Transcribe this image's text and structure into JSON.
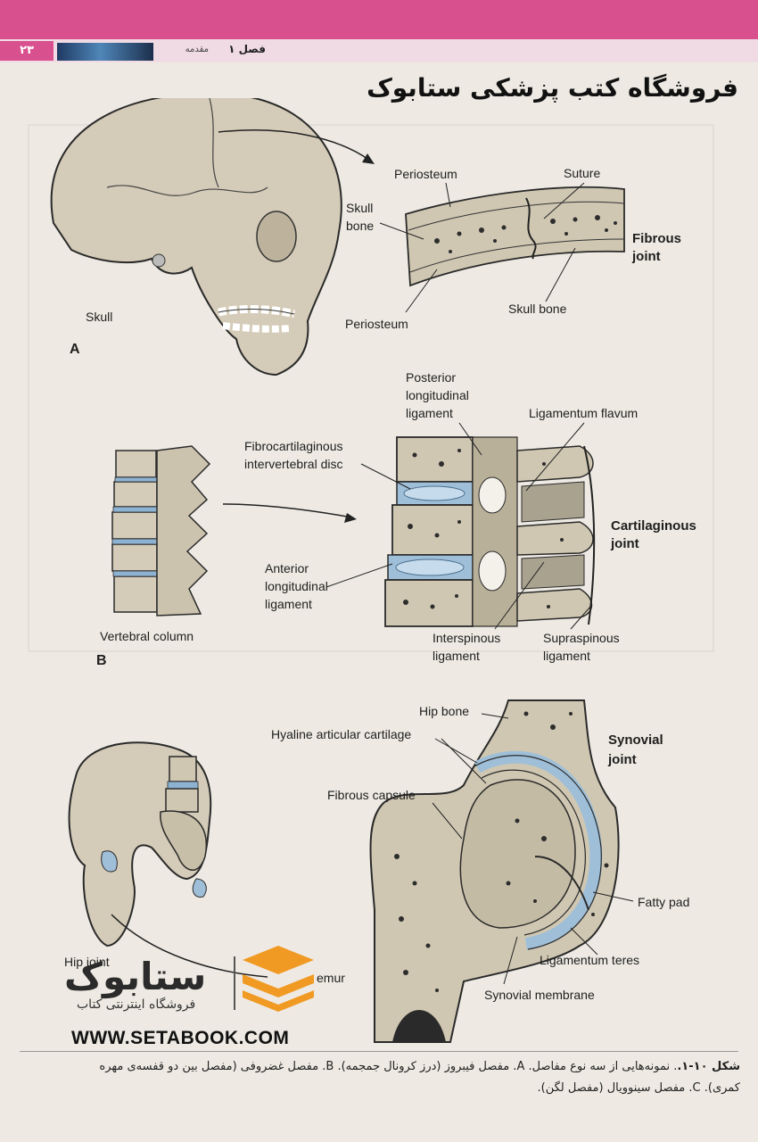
{
  "header": {
    "page_number": "۲۳",
    "chapter": "فصل ۱",
    "section": "مقدمه"
  },
  "store_title": "فروشگاه کتب پزشکی ستابوک",
  "figure": {
    "panel_a": {
      "letter": "A",
      "skull": "Skull",
      "periosteum_top": "Periosteum",
      "suture": "Suture",
      "skull_bone_1": "Skull",
      "skull_bone_2": "bone",
      "fibrous_1": "Fibrous",
      "fibrous_2": "joint",
      "periosteum_bottom": "Periosteum",
      "skull_bone_right": "Skull bone"
    },
    "panel_b": {
      "letter": "B",
      "posterior_1": "Posterior",
      "posterior_2": "longitudinal",
      "posterior_3": "ligament",
      "flavum": "Ligamentum flavum",
      "disc_1": "Fibrocartilaginous",
      "disc_2": "intervertebral disc",
      "cartilaginous_1": "Cartilaginous",
      "cartilaginous_2": "joint",
      "anterior_1": "Anterior",
      "anterior_2": "longitudinal",
      "anterior_3": "ligament",
      "vertebral_column": "Vertebral column",
      "interspinous_1": "Interspinous",
      "interspinous_2": "ligament",
      "supraspinous_1": "Supraspinous",
      "supraspinous_2": "ligament"
    },
    "panel_c": {
      "hip_bone": "Hip bone",
      "hyaline": "Hyaline articular cartilage",
      "synovial_1": "Synovial",
      "synovial_2": "joint",
      "fibrous_capsule": "Fibrous capsule",
      "fatty_pad": "Fatty pad",
      "ligamentum_teres": "Ligamentum teres",
      "synovial_membrane": "Synovial membrane",
      "hip_joint_partial": "Hip joint",
      "femur_partial": "emur"
    }
  },
  "watermark": {
    "logo_text": "ستابوک",
    "logo_subtitle": "فروشگاه اینترنتی کتاب",
    "url": "WWW.SETABOOK.COM"
  },
  "caption": {
    "label": "شکل ۱۰-۱.",
    "line1": ". نمونه‌هایی از سه نوع مفاصل. A. مفصل فیبروز (درز کرونال جمجمه). B. مفصل غضروفی (مفصل بین دو قفسه‌ی مهره",
    "line2": "کمری). C. مفصل سینوویال (مفصل لگن)."
  },
  "colors": {
    "pink_band": "#d9508f",
    "bone": "#cfc7b2",
    "cartilage_blue": "#9fbfd8"
  }
}
